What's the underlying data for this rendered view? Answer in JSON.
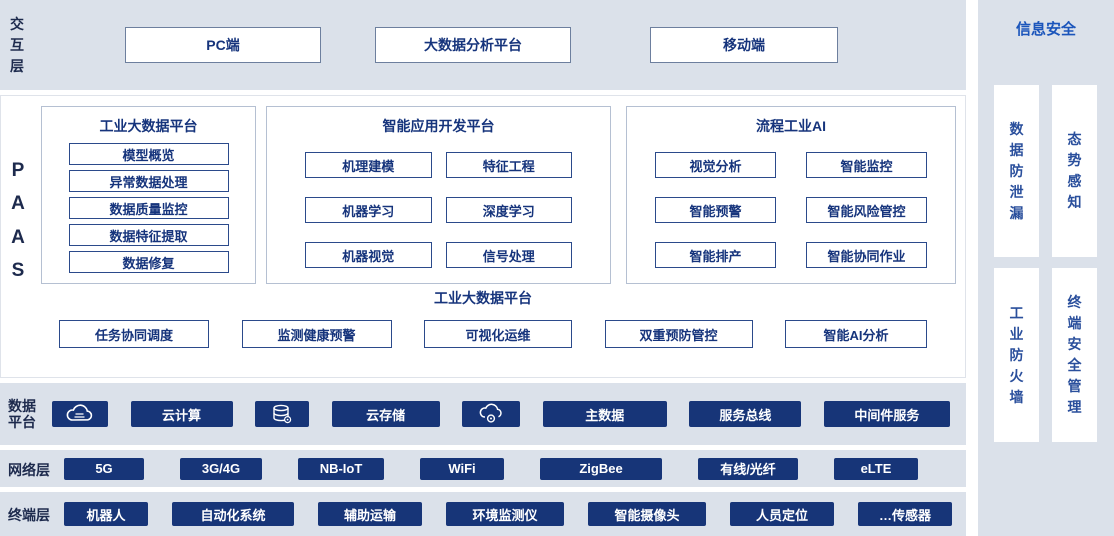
{
  "colors": {
    "band_bg": "#dbe1ea",
    "navy": "#173578",
    "box_border": "#2b4a8b",
    "box_text": "#16347c",
    "security_title_blue": "#1b55bb"
  },
  "interaction": {
    "label": "交互层",
    "items": [
      "PC端",
      "大数据分析平台",
      "移动端"
    ]
  },
  "paas": {
    "label": "PAAS",
    "groups": [
      {
        "title": "工业大数据平台",
        "items": [
          "模型概览",
          "异常数据处理",
          "数据质量监控",
          "数据特征提取",
          "数据修复"
        ]
      },
      {
        "title": "智能应用开发平台",
        "items": [
          "机理建模",
          "特征工程",
          "机器学习",
          "深度学习",
          "机器视觉",
          "信号处理"
        ]
      },
      {
        "title": "流程工业AI",
        "items": [
          "视觉分析",
          "智能监控",
          "智能预警",
          "智能风险管控",
          "智能排产",
          "智能协同作业"
        ]
      }
    ],
    "bottom": {
      "title": "工业大数据平台",
      "items": [
        "任务协同调度",
        "监测健康预警",
        "可视化运维",
        "双重预防管控",
        "智能AI分析"
      ]
    }
  },
  "data_platform": {
    "label": "数据平台",
    "items": [
      {
        "icon": "cloud-icon"
      },
      {
        "text": "云计算"
      },
      {
        "icon": "database-icon"
      },
      {
        "text": "云存储"
      },
      {
        "icon": "cloud-gear-icon"
      },
      {
        "text": "主数据"
      },
      {
        "text": "服务总线"
      },
      {
        "text": "中间件服务"
      }
    ]
  },
  "network": {
    "label": "网络层",
    "items": [
      "5G",
      "3G/4G",
      "NB-IoT",
      "WiFi",
      "ZigBee",
      "有线/光纤",
      "eLTE"
    ]
  },
  "terminal": {
    "label": "终端层",
    "items": [
      "机器人",
      "自动化系统",
      "辅助运输",
      "环境监测仪",
      "智能摄像头",
      "人员定位",
      "…传感器"
    ]
  },
  "security": {
    "title": "信息安全",
    "items": [
      "数据防泄漏",
      "态势感知",
      "工业防火墙",
      "终端安全管理"
    ]
  }
}
